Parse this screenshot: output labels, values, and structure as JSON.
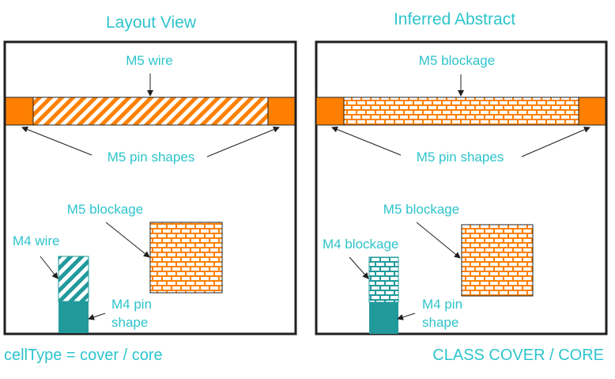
{
  "colors": {
    "label": "#2ec4cc",
    "metal5": "#ff8000",
    "metal4": "#229a9c",
    "border": "#1f1f1f"
  },
  "left": {
    "title": "Layout View",
    "m5_wire": "M5 wire",
    "m5_pins": "M5 pin shapes",
    "m5_blockage": "M5 blockage",
    "m4_wire": "M4 wire",
    "m4_pin_line1": "M4 pin",
    "m4_pin_line2": "shape",
    "footer": "cellType = cover / core"
  },
  "right": {
    "title": "Inferred Abstract",
    "m5_blockage_top": "M5 blockage",
    "m5_pins": "M5 pin shapes",
    "m5_blockage": "M5 blockage",
    "m4_blockage": "M4 blockage",
    "m4_pin_line1": "M4 pin",
    "m4_pin_line2": "shape",
    "footer": "CLASS COVER / CORE"
  }
}
